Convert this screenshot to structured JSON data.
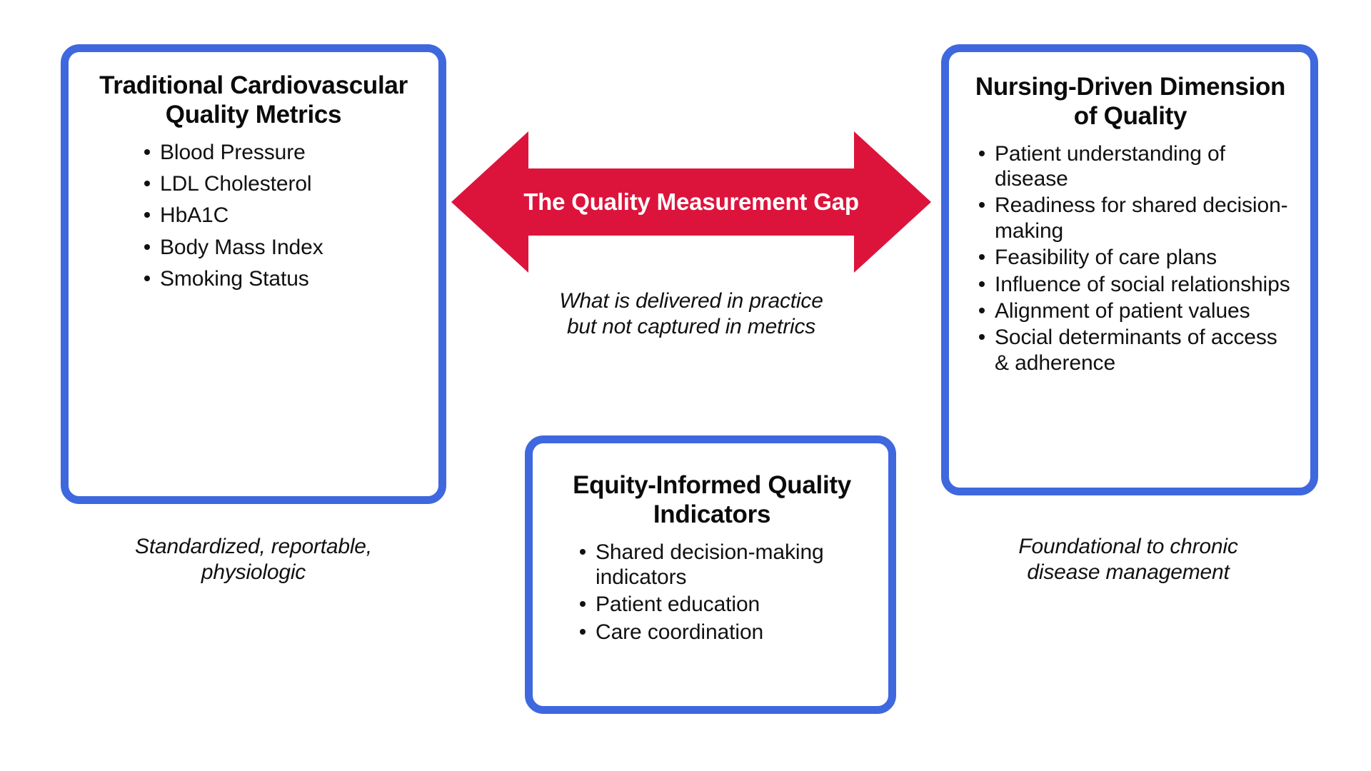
{
  "theme": {
    "box_border_color": "#3f68de",
    "arrow_color": "#dc143c",
    "text_color": "#111111",
    "background": "#ffffff"
  },
  "left_card": {
    "title_line1": "Traditional",
    "title_line2": "Cardiovascular",
    "title_line3": "Quality Metrics",
    "bullets": [
      "Blood Pressure",
      "LDL Cholesterol",
      "HbA1C",
      "Body Mass Index",
      "Smoking Status"
    ],
    "caption_line1": "Standardized, reportable,",
    "caption_line2": "physiologic"
  },
  "center_arrow": {
    "label": "The Quality Measurement Gap",
    "caption_line1": "What is delivered in practice",
    "caption_line2": "but not captured in metrics",
    "direction": "double-headed-horizontal"
  },
  "right_card": {
    "title_line1": "Nursing-Driven",
    "title_line2": "Dimension of Quality",
    "bullets": [
      "Patient understanding of disease",
      "Readiness for shared decision-making",
      "Feasibility of care plans",
      "Influence of social relationships",
      "Alignment of patient values",
      "Social determinants of access & adherence"
    ],
    "caption_line1": "Foundational to chronic",
    "caption_line2": "disease management"
  },
  "bottom_card": {
    "title_line1": "Equity-Informed",
    "title_line2": "Quality Indicators",
    "bullets": [
      "Shared decision-making indicators",
      "Patient education",
      "Care coordination"
    ]
  }
}
